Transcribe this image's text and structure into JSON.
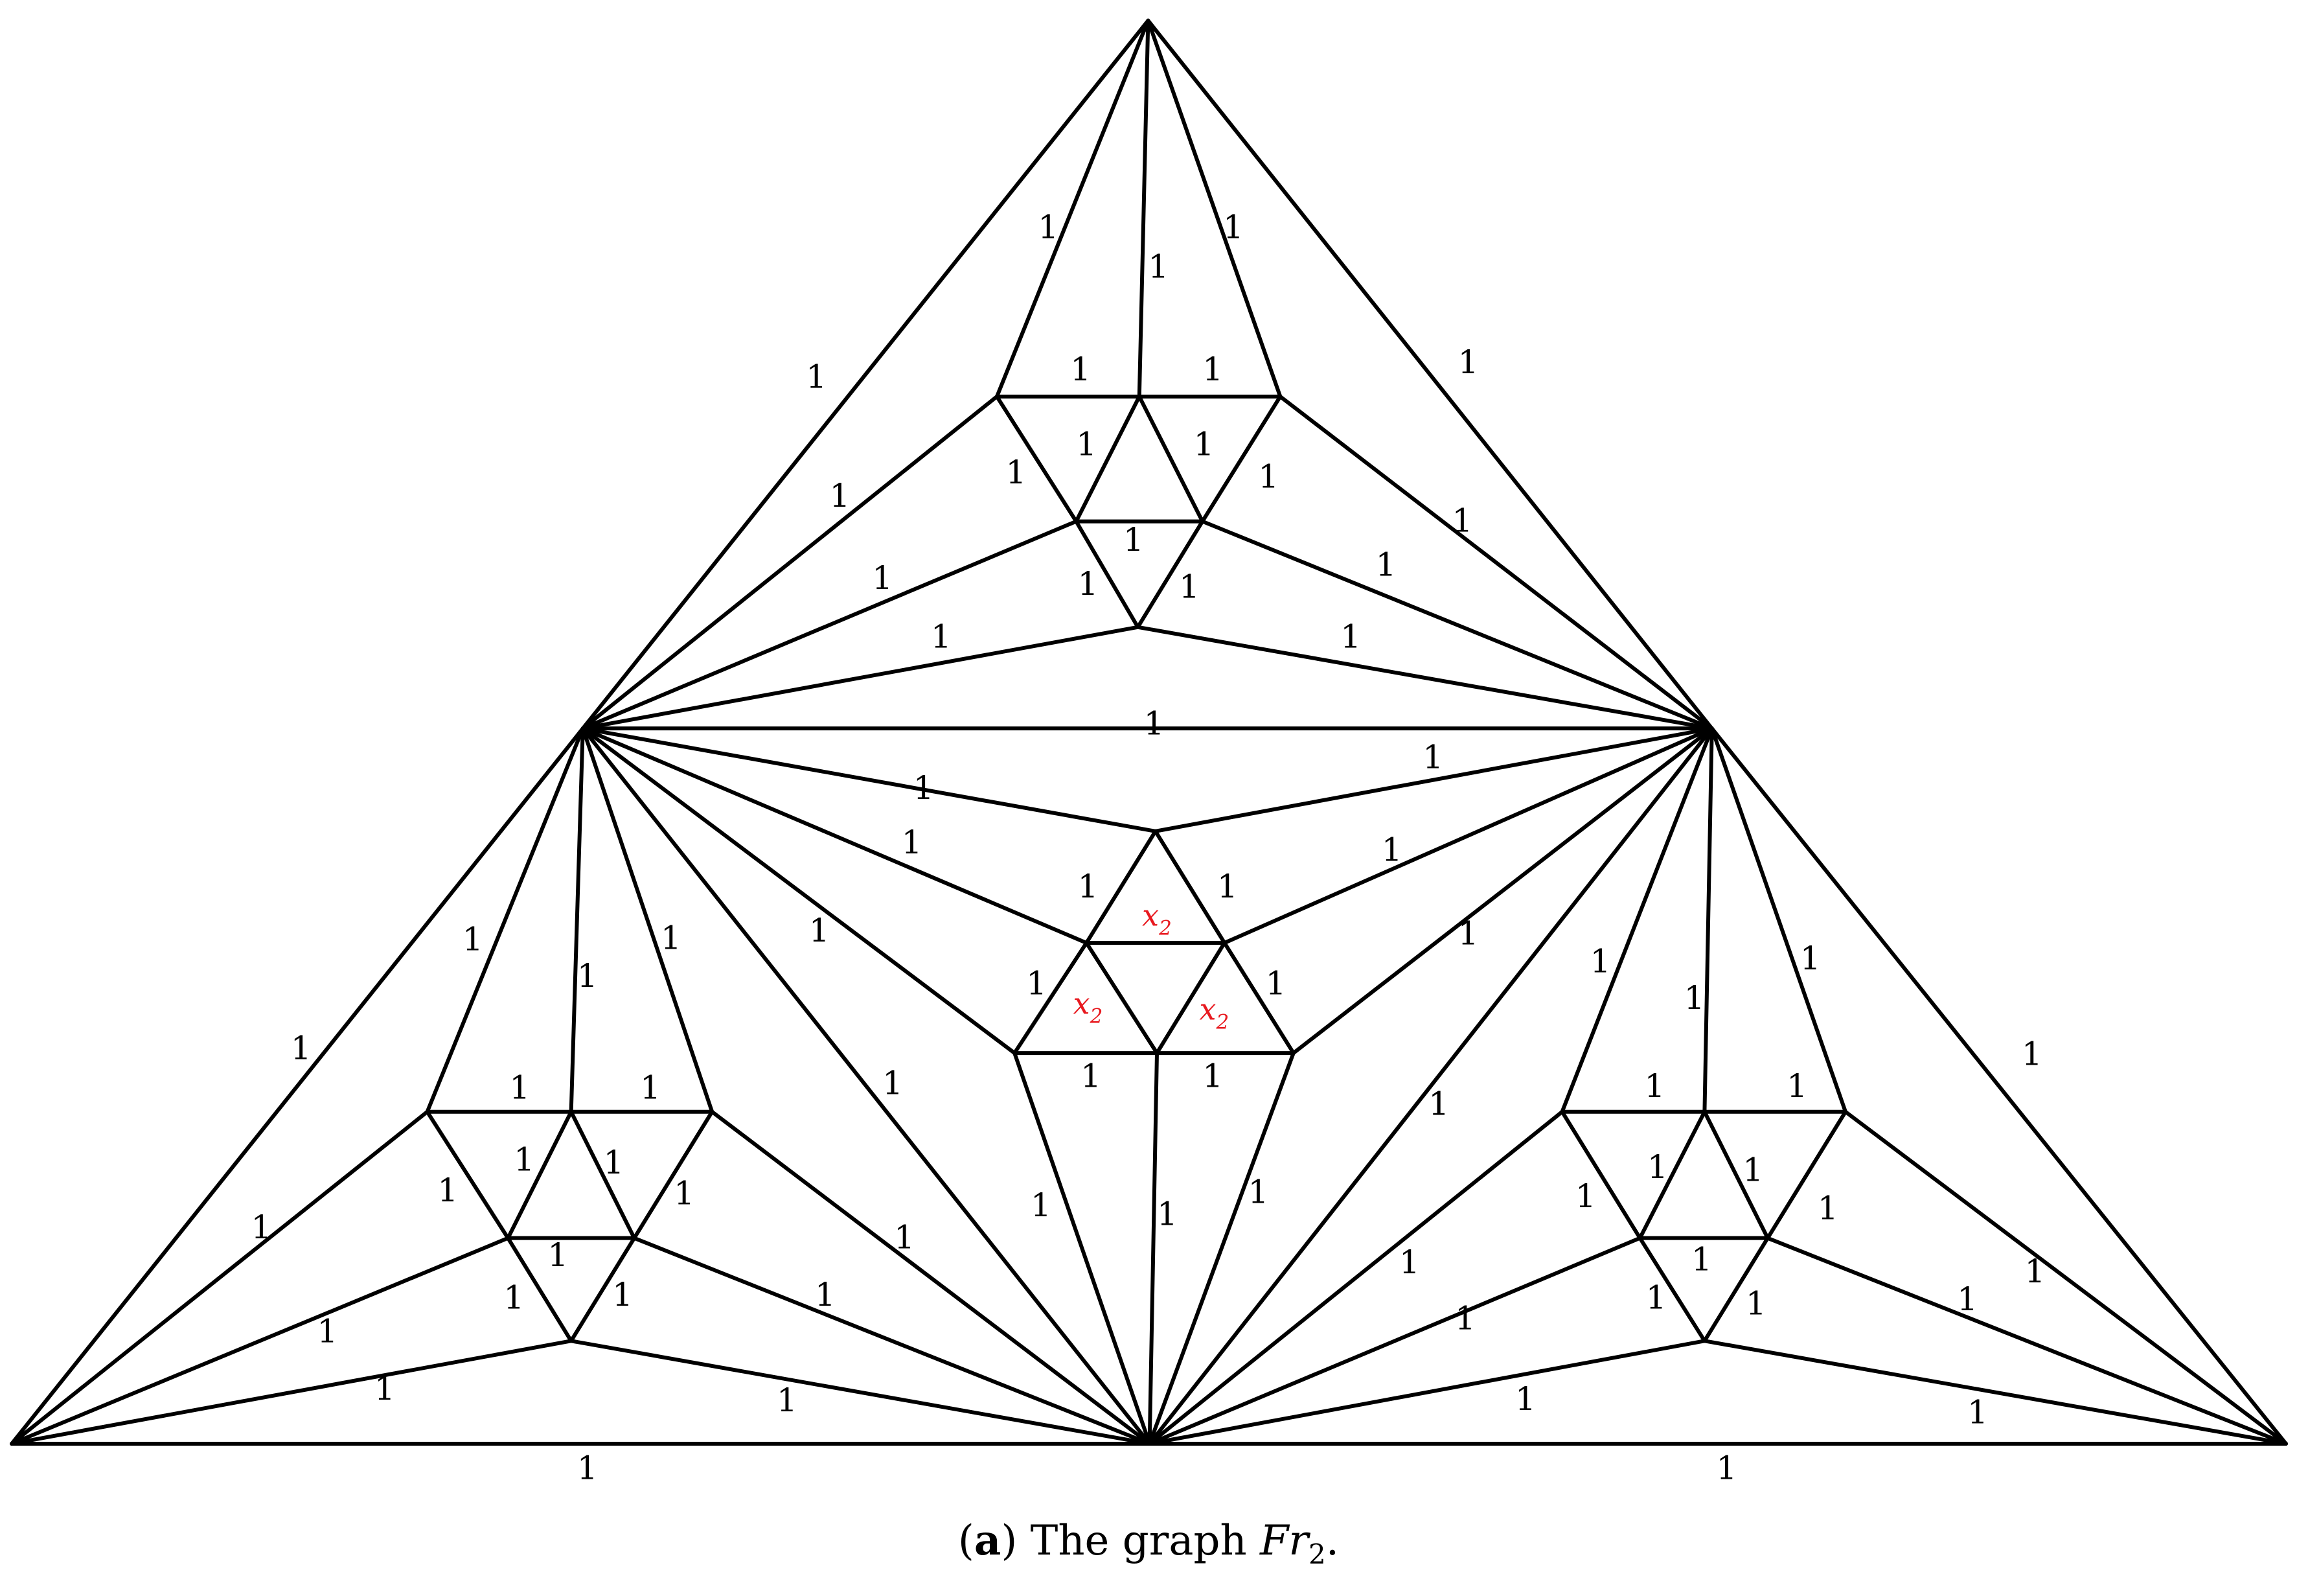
{
  "graph": {
    "default_weight": "1",
    "special_weight": {
      "symbol": "x",
      "subscript": "2",
      "color": "#e8191f"
    },
    "edge_color": "#000000"
  },
  "caption": {
    "open_paren": "(",
    "letter": "a",
    "close_paren": ")",
    "text": " The graph ",
    "symbol": "Fr",
    "subscript": "2",
    "end": "."
  }
}
